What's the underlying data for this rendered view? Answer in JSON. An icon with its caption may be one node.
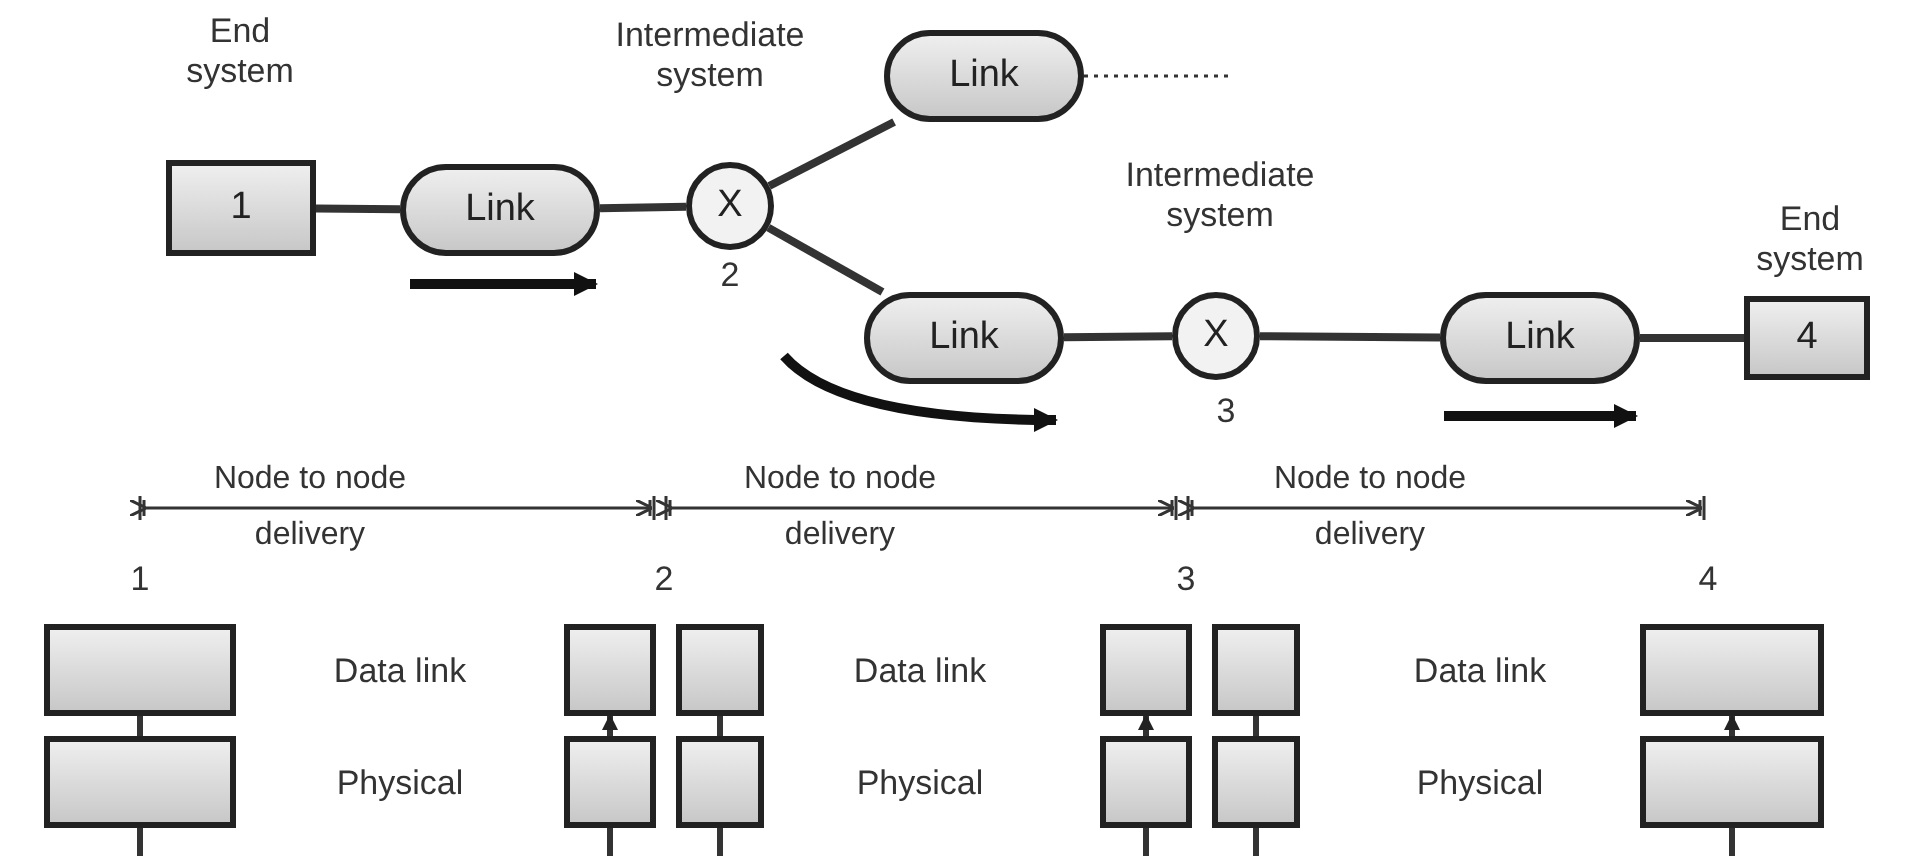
{
  "diagram": {
    "nodes": [
      {
        "text": [
          "1"
        ],
        "beside": [
          "End system"
        ]
      },
      {
        "text": [
          "Link"
        ]
      },
      {
        "text": [
          "X"
        ],
        "beside": [
          "Intermediate system",
          "2"
        ]
      },
      {
        "text": [
          "Link"
        ]
      },
      {
        "text": [
          "Link"
        ]
      },
      {
        "text": [
          "X"
        ],
        "beside": [
          "Intermediate system",
          "3"
        ]
      },
      {
        "text": [
          "Link"
        ]
      },
      {
        "text": [
          "4"
        ],
        "beside": [
          "End system"
        ]
      },
      {
        "text": [],
        "shape": "box"
      },
      {
        "text": [],
        "shape": "box"
      },
      {
        "text": [],
        "shape": "box"
      },
      {
        "text": [],
        "shape": "box"
      },
      {
        "text": [],
        "shape": "box"
      },
      {
        "text": [],
        "shape": "box"
      },
      {
        "text": [],
        "shape": "box"
      },
      {
        "text": [],
        "shape": "box"
      },
      {
        "text": [],
        "shape": "box"
      },
      {
        "text": [],
        "shape": "box"
      },
      {
        "text": [],
        "shape": "box"
      },
      {
        "text": [],
        "shape": "box"
      }
    ],
    "edges": [
      {
        "from": 0,
        "to": 1,
        "arrow": "none"
      },
      {
        "from": 1,
        "to": 2,
        "arrow": "none"
      },
      {
        "from": 2,
        "to": 3,
        "arrow": "none"
      },
      {
        "from": 3,
        "to": null,
        "arrow": "none",
        "style": "dashed"
      },
      {
        "from": 2,
        "to": 4,
        "arrow": "none"
      },
      {
        "from": 4,
        "to": 5,
        "arrow": "none"
      },
      {
        "from": 5,
        "to": 6,
        "arrow": "none"
      },
      {
        "from": 6,
        "to": 7,
        "arrow": "none"
      },
      {
        "from": 8,
        "to": null,
        "arrow": "none"
      },
      {
        "from": null,
        "to": 9,
        "arrow": "to"
      },
      {
        "from": 10,
        "to": null,
        "arrow": "none"
      },
      {
        "from": null,
        "to": 11,
        "arrow": "to"
      },
      {
        "from": 12,
        "to": null,
        "arrow": "none"
      },
      {
        "from": null,
        "to": 13,
        "arrow": "to"
      }
    ],
    "labels": [
      "Node to node delivery",
      "Node to node delivery",
      "Node to node delivery",
      "1",
      "2",
      "3",
      "4",
      "Data link",
      "Data link",
      "Data link",
      "Physical",
      "Physical",
      "Physical"
    ]
  }
}
